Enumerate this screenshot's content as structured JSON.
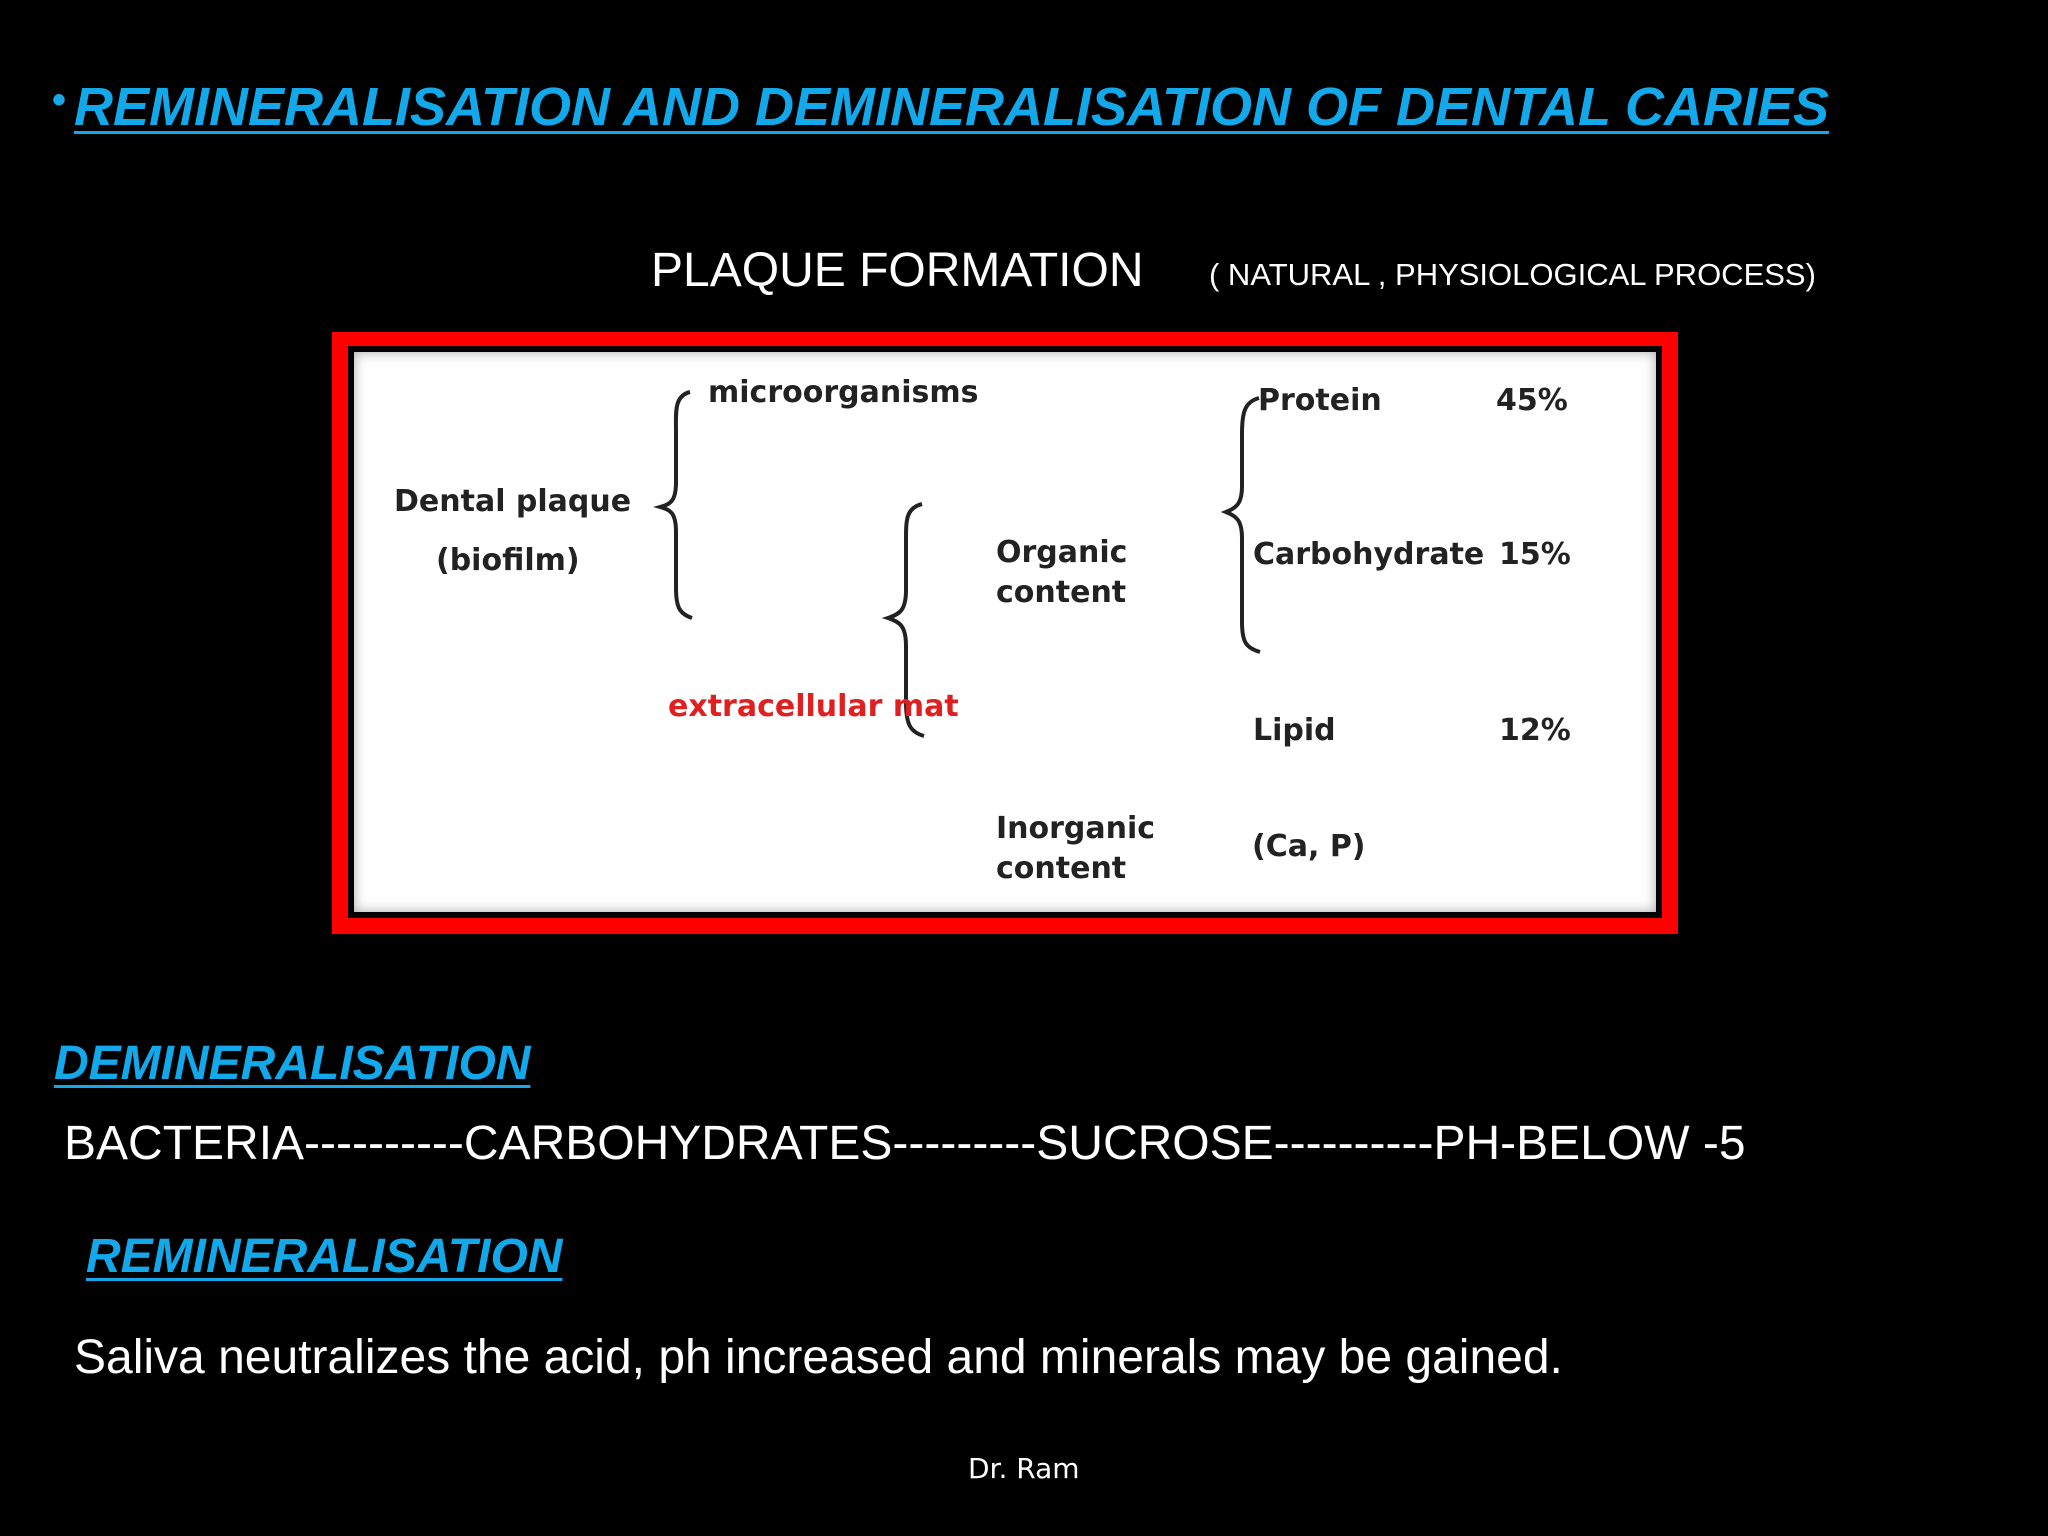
{
  "slide": {
    "title_bullet": "•",
    "title": "REMINERALISATION AND DEMINERALISATION OF DENTAL CARIES",
    "plaque_heading": "PLAQUE FORMATION",
    "plaque_subheading": "( NATURAL , PHYSIOLOGICAL PROCESS)",
    "diagram": {
      "root_line1": "Dental plaque",
      "root_line2": "(biofilm)",
      "microorganisms": "microorganisms",
      "extracellular": "extracellular mat",
      "organic_line1": "Organic",
      "organic_line2": "content",
      "inorganic_line1": "Inorganic",
      "inorganic_line2": "content",
      "inorganic_value": "(Ca, P)",
      "components": [
        {
          "name": "Protein",
          "percent": "45%"
        },
        {
          "name": "Carbohydrate",
          "percent": "15%"
        },
        {
          "name": "Lipid",
          "percent": "12%"
        }
      ],
      "colors": {
        "frame": "#ff0000",
        "text": "#222222",
        "highlight": "#e02020"
      }
    },
    "demineralisation_heading": "DEMINERALISATION",
    "demineralisation_text": "BACTERIA----------CARBOHYDRATES---------SUCROSE----------PH-BELOW -5",
    "remineralisation_heading": "REMINERALISATION",
    "remineralisation_text": "Saliva neutralizes the acid, ph increased and minerals may be gained.",
    "footer": "Dr. Ram",
    "colors": {
      "background": "#000000",
      "heading_blue": "#12a8ea",
      "body_text": "#ffffff"
    }
  }
}
